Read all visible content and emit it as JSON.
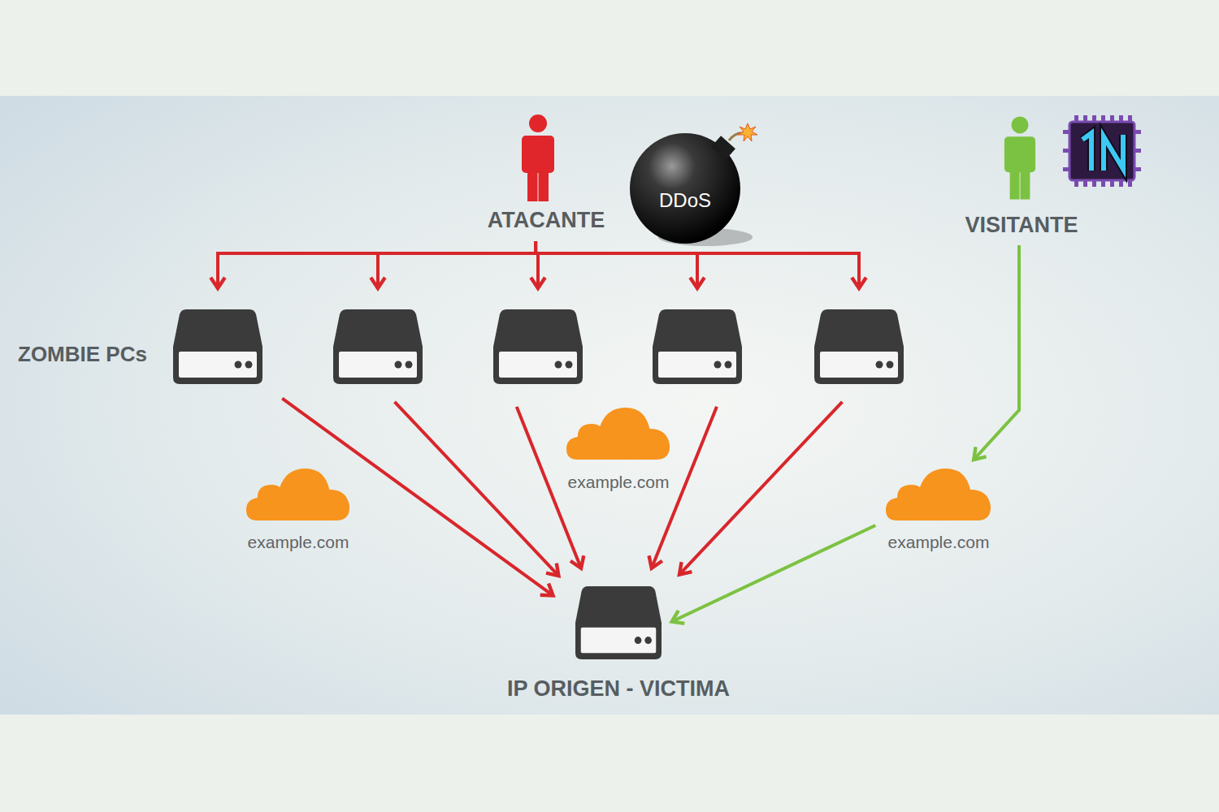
{
  "diagram": {
    "nodes": [
      {
        "text": [
          "ATACANTE"
        ]
      },
      {
        "text": [
          "DDoS"
        ]
      },
      {
        "text": [
          "VISITANTE"
        ]
      },
      {
        "text": []
      },
      {
        "text": []
      },
      {
        "text": []
      },
      {
        "text": []
      },
      {
        "text": []
      },
      {
        "text": [
          "example.com"
        ]
      },
      {
        "text": [
          "example.com"
        ]
      },
      {
        "text": [
          "example.com"
        ]
      },
      {
        "text": [
          "IP ORIGEN - VICTIMA"
        ]
      }
    ],
    "edges": [
      {
        "from": 0,
        "to": 3,
        "arrow": "to"
      },
      {
        "from": 0,
        "to": 4,
        "arrow": "to"
      },
      {
        "from": 0,
        "to": 5,
        "arrow": "to"
      },
      {
        "from": 0,
        "to": 6,
        "arrow": "to"
      },
      {
        "from": 0,
        "to": 7,
        "arrow": "to"
      },
      {
        "from": 3,
        "to": 11,
        "arrow": "to"
      },
      {
        "from": 4,
        "to": 11,
        "arrow": "to"
      },
      {
        "from": 5,
        "to": 11,
        "arrow": "to"
      },
      {
        "from": 6,
        "to": 11,
        "arrow": "to"
      },
      {
        "from": 7,
        "to": 11,
        "arrow": "to"
      },
      {
        "from": 2,
        "to": 10,
        "arrow": "to"
      },
      {
        "from": 10,
        "to": 11,
        "arrow": "to"
      }
    ],
    "labels": [
      "ZOMBIE PCs"
    ]
  }
}
